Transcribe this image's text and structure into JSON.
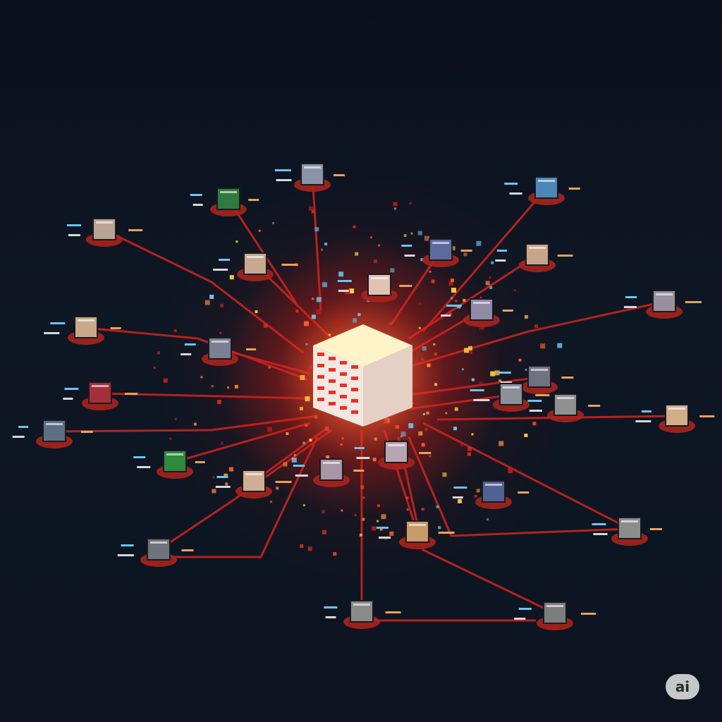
{
  "scene": {
    "subject": "network-hub",
    "colors": {
      "background": "#0b1220",
      "link": "#c8231e",
      "glow": "#ff3a1f",
      "hub_top": "#fff3c8",
      "hub_side": "#f2e8e0"
    }
  },
  "nodes": [
    {
      "id": "n1",
      "color": "#8a94a6"
    },
    {
      "id": "n2",
      "color": "#2f7a3c"
    },
    {
      "id": "n3",
      "color": "#4a88b8"
    },
    {
      "id": "n4",
      "color": "#b9a493"
    },
    {
      "id": "n5",
      "color": "#c7a58a"
    },
    {
      "id": "n6",
      "color": "#5e6a9e"
    },
    {
      "id": "n7",
      "color": "#c8a88e"
    },
    {
      "id": "n8",
      "color": "#e0c2b4"
    },
    {
      "id": "n9",
      "color": "#c8a98a"
    },
    {
      "id": "n10",
      "color": "#8f8aa6"
    },
    {
      "id": "n11",
      "color": "#7a7f92"
    },
    {
      "id": "n12",
      "color": "#9a8f9e"
    },
    {
      "id": "n13",
      "color": "#6f7380"
    },
    {
      "id": "n14",
      "color": "#a32f3a"
    },
    {
      "id": "n15",
      "color": "#8a8f9a"
    },
    {
      "id": "n16",
      "color": "#909090"
    },
    {
      "id": "n17",
      "color": "#d0ae8c"
    },
    {
      "id": "n18",
      "color": "#5e6e84"
    },
    {
      "id": "n19",
      "color": "#b8a4b0"
    },
    {
      "id": "n20",
      "color": "#2f8a3c"
    },
    {
      "id": "n21",
      "color": "#cfae94"
    },
    {
      "id": "n22",
      "color": "#a895a6"
    },
    {
      "id": "n23",
      "color": "#4f6292"
    },
    {
      "id": "n24",
      "color": "#6f737c"
    },
    {
      "id": "n25",
      "color": "#c99a6a"
    },
    {
      "id": "n26",
      "color": "#8c8c8c"
    },
    {
      "id": "n27",
      "color": "#8a8a8a"
    },
    {
      "id": "n28",
      "color": "#7d7d7d"
    }
  ],
  "watermark": {
    "label": "ai"
  }
}
